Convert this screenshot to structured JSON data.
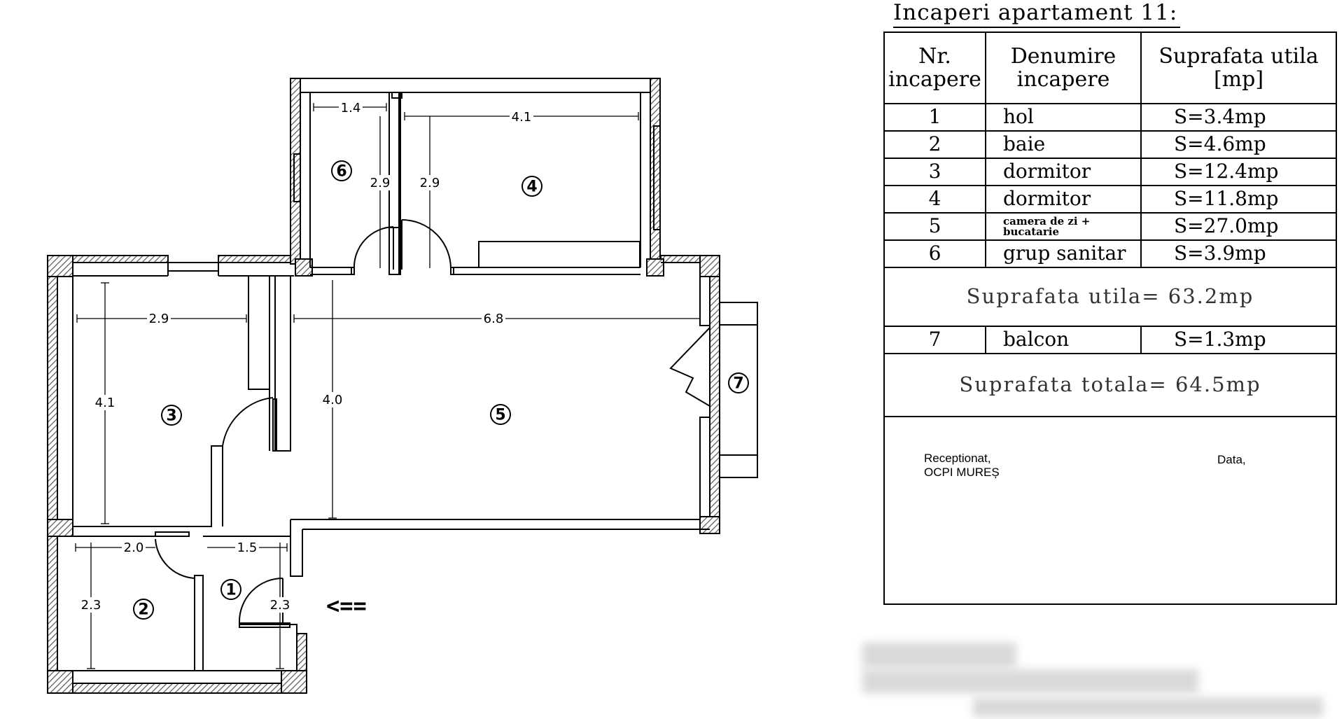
{
  "schedule": {
    "title": "Incaperi apartament 11:",
    "headers": {
      "nr": "Nr. incapere",
      "name": "Denumire incapere",
      "area": "Suprafata utila [mp]"
    },
    "rows": [
      {
        "nr": "1",
        "name": "hol",
        "area": "S=3.4mp"
      },
      {
        "nr": "2",
        "name": "baie",
        "area": "S=4.6mp"
      },
      {
        "nr": "3",
        "name": "dormitor",
        "area": "S=12.4mp"
      },
      {
        "nr": "4",
        "name": "dormitor",
        "area": "S=11.8mp"
      },
      {
        "nr": "5",
        "name": "camera de zi + bucatarie",
        "area": "S=27.0mp"
      },
      {
        "nr": "6",
        "name": "grup sanitar",
        "area": "S=3.9mp"
      }
    ],
    "useful_total": "Suprafata utila= 63.2mp",
    "balcony": {
      "nr": "7",
      "name": "balcon",
      "area": "S=1.3mp"
    },
    "grand_total": "Suprafata totala= 64.5mp",
    "signature_left": "Receptionat,\nOCPI MUREȘ",
    "signature_right": "Data,"
  },
  "plan": {
    "room_markers": [
      "1",
      "2",
      "3",
      "4",
      "5",
      "6",
      "7"
    ],
    "dimensions": [
      "1.4",
      "4.1",
      "2.9",
      "2.9",
      "2.9",
      "6.8",
      "4.1",
      "4.0",
      "2.0",
      "1.5",
      "2.3",
      "2.3"
    ],
    "entrance_arrow": "<=="
  },
  "colors": {
    "line": "#000000",
    "hatch": "#555555",
    "blur": "#d9d9d9"
  }
}
